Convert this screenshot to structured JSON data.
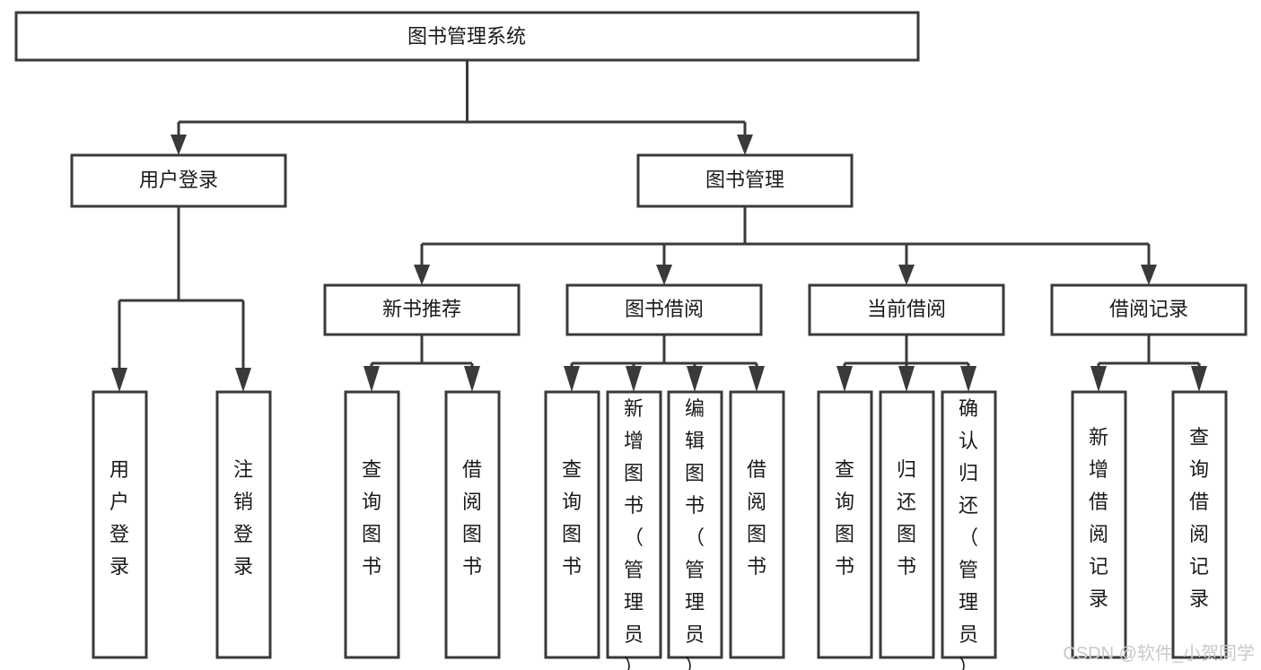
{
  "diagram": {
    "title": "图书管理系统",
    "type": "tree-hierarchy",
    "root": {
      "id": "root",
      "label": "图书管理系统"
    },
    "level2": [
      {
        "id": "user-login",
        "label": "用户登录"
      },
      {
        "id": "book-manage",
        "label": "图书管理"
      }
    ],
    "level3": [
      {
        "id": "new-book-recommend",
        "label": "新书推荐",
        "parent": "book-manage"
      },
      {
        "id": "book-borrow",
        "label": "图书借阅",
        "parent": "book-manage"
      },
      {
        "id": "current-borrow",
        "label": "当前借阅",
        "parent": "book-manage"
      },
      {
        "id": "borrow-record",
        "label": "借阅记录",
        "parent": "book-manage"
      }
    ],
    "leaves": [
      {
        "id": "leaf-user-login",
        "label": "用户登录",
        "parent": "user-login"
      },
      {
        "id": "leaf-logout-login",
        "label": "注销登录",
        "parent": "user-login"
      },
      {
        "id": "leaf-query-book-1",
        "label": "查询图书",
        "parent": "new-book-recommend"
      },
      {
        "id": "leaf-borrow-book-1",
        "label": "借阅图书",
        "parent": "new-book-recommend"
      },
      {
        "id": "leaf-query-book-2",
        "label": "查询图书",
        "parent": "book-borrow"
      },
      {
        "id": "leaf-add-book",
        "label": "新增图书（管理员）",
        "parent": "book-borrow"
      },
      {
        "id": "leaf-edit-book",
        "label": "编辑图书（管理员）",
        "parent": "book-borrow"
      },
      {
        "id": "leaf-borrow-book-2",
        "label": "借阅图书",
        "parent": "book-borrow"
      },
      {
        "id": "leaf-query-book-3",
        "label": "查询图书",
        "parent": "current-borrow"
      },
      {
        "id": "leaf-return-book",
        "label": "归还图书",
        "parent": "current-borrow"
      },
      {
        "id": "leaf-confirm-return",
        "label": "确认归还（管理员）",
        "parent": "current-borrow"
      },
      {
        "id": "leaf-add-record",
        "label": "新增借阅记录",
        "parent": "borrow-record"
      },
      {
        "id": "leaf-query-record",
        "label": "查询借阅记录",
        "parent": "borrow-record"
      }
    ],
    "colors": {
      "box_stroke": "#3a3a3a",
      "box_fill": "#ffffff",
      "connector": "#3a3a3a",
      "text": "#1a1a1a",
      "watermark": "#c9c9c9",
      "background": "#ffffff"
    }
  },
  "watermark": {
    "text": "CSDN @软件_小贺同学"
  }
}
